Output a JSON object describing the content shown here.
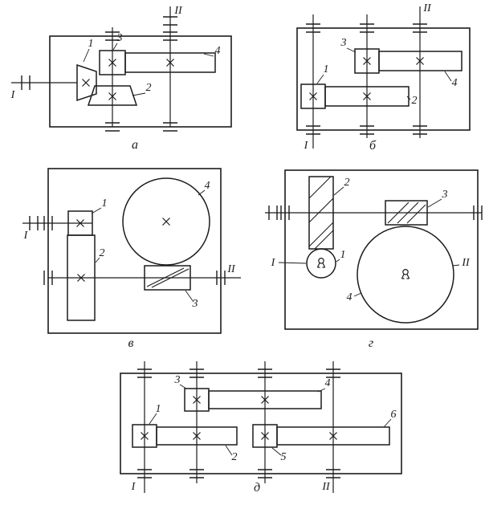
{
  "figure": {
    "colors": {
      "line": "#1c1c1c",
      "background": "#ffffff"
    },
    "diagrams": {
      "a": {
        "caption": "а",
        "shaft_in": "I",
        "shaft_out": "II",
        "parts": {
          "p1": "1",
          "p2": "2",
          "p3": "3",
          "p4": "4"
        }
      },
      "b": {
        "caption": "б",
        "shaft_in": "I",
        "shaft_out": "II",
        "parts": {
          "p1": "1",
          "p2": "2",
          "p3": "3",
          "p4": "4"
        }
      },
      "v": {
        "caption": "в",
        "shaft_in": "I",
        "shaft_out": "II",
        "parts": {
          "p1": "1",
          "p2": "2",
          "p3": "3",
          "p4": "4"
        }
      },
      "g": {
        "caption": "г",
        "shaft_in": "I",
        "shaft_out": "II",
        "parts": {
          "p1": "1",
          "p2": "2",
          "p3": "3",
          "p4": "4"
        }
      },
      "d": {
        "caption": "д",
        "shaft_in": "I",
        "shaft_out": "II",
        "parts": {
          "p1": "1",
          "p2": "2",
          "p3": "3",
          "p4": "4",
          "p5": "5",
          "p6": "6"
        }
      }
    }
  }
}
